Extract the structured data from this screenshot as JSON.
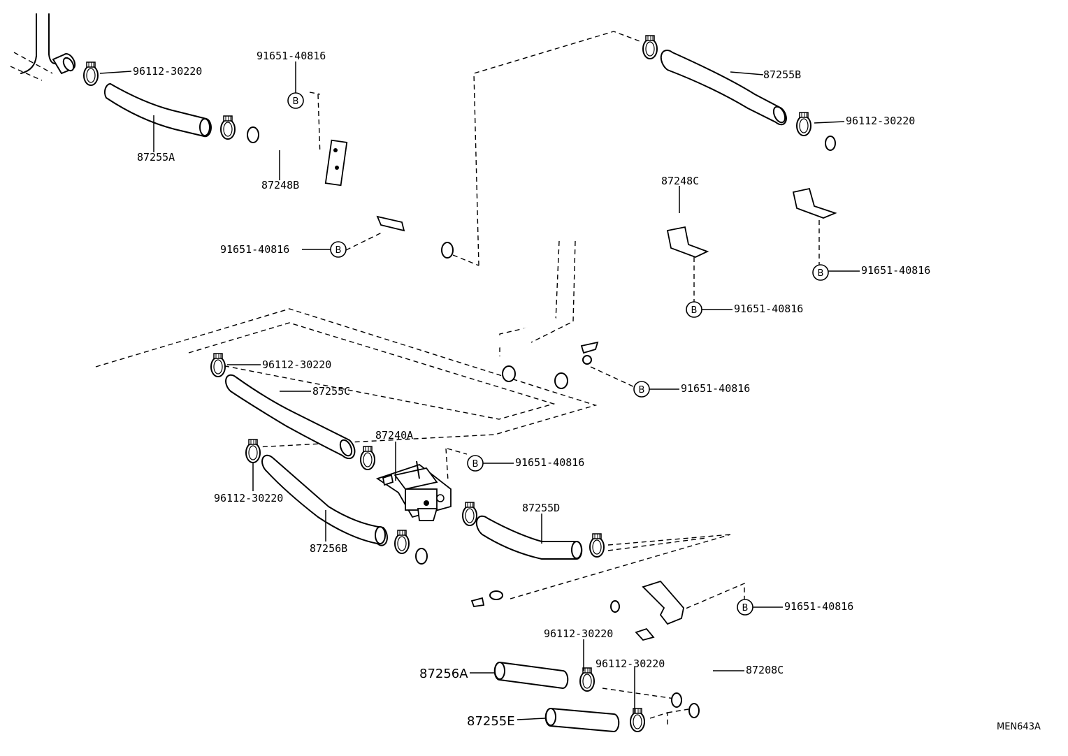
{
  "diagram": {
    "ref_code": "MEN643A",
    "bolt_marker": "B",
    "labels": {
      "clamp_top_left": "96112-30220",
      "bolt_top_upper": "91651-40816",
      "hose_87255A": "87255A",
      "pipe_87248B": "87248B",
      "bolt_top_lower": "91651-40816",
      "hose_87255B": "87255B",
      "clamp_top_right": "96112-30220",
      "pipe_87248C": "87248C",
      "bolt_right_1": "91651-40816",
      "bolt_right_2": "91651-40816",
      "bolt_right_3": "91651-40816",
      "clamp_mid_left": "96112-30220",
      "hose_87255C": "87255C",
      "valve_87240A": "87240A",
      "bolt_valve": "91651-40816",
      "clamp_lower_left": "96112-30220",
      "hose_87256B": "87256B",
      "hose_87255D": "87255D",
      "bolt_bottom_right": "91651-40816",
      "clamp_bottom_1": "96112-30220",
      "clamp_bottom_2": "96112-30220",
      "pipe_87208C": "87208C",
      "hose_87256A": "87256A",
      "hose_87255E": "87255E"
    }
  }
}
